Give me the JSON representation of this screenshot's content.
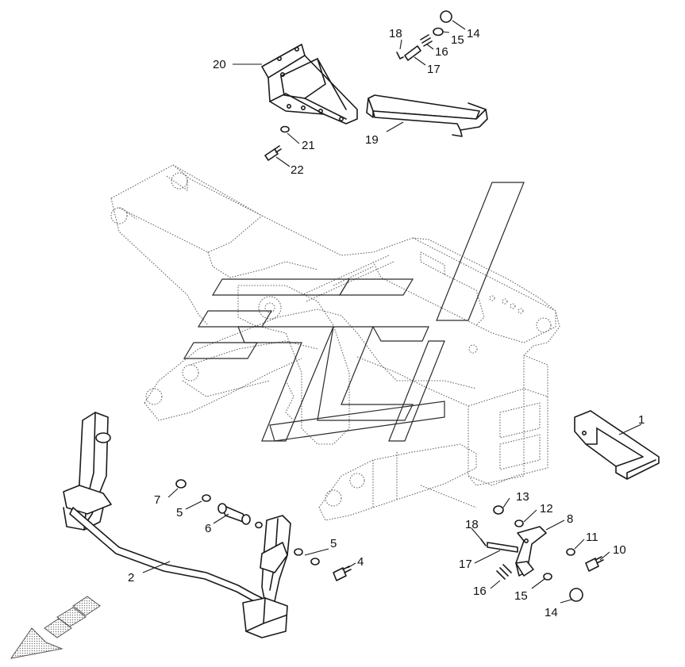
{
  "callouts": [
    {
      "id": "c1",
      "text": "1"
    },
    {
      "id": "c2",
      "text": "2"
    },
    {
      "id": "c4",
      "text": "4"
    },
    {
      "id": "c5a",
      "text": "5"
    },
    {
      "id": "c5b",
      "text": "5"
    },
    {
      "id": "c6",
      "text": "6"
    },
    {
      "id": "c7",
      "text": "7"
    },
    {
      "id": "c8",
      "text": "8"
    },
    {
      "id": "c10",
      "text": "10"
    },
    {
      "id": "c11",
      "text": "11"
    },
    {
      "id": "c12",
      "text": "12"
    },
    {
      "id": "c13",
      "text": "13"
    },
    {
      "id": "c14a",
      "text": "14"
    },
    {
      "id": "c14b",
      "text": "14"
    },
    {
      "id": "c15a",
      "text": "15"
    },
    {
      "id": "c15b",
      "text": "15"
    },
    {
      "id": "c16a",
      "text": "16"
    },
    {
      "id": "c16b",
      "text": "16"
    },
    {
      "id": "c17a",
      "text": "17"
    },
    {
      "id": "c17b",
      "text": "17"
    },
    {
      "id": "c18a",
      "text": "18"
    },
    {
      "id": "c18b",
      "text": "18"
    },
    {
      "id": "c19",
      "text": "19"
    },
    {
      "id": "c20",
      "text": "20"
    },
    {
      "id": "c21",
      "text": "21"
    },
    {
      "id": "c22",
      "text": "22"
    }
  ],
  "colors": {
    "line": "#1a1a1a",
    "frame": "#6a6a6a",
    "background": "#ffffff",
    "stipple": "#8a8a8a"
  },
  "icons": {
    "direction_arrow": "forward-direction-arrow-icon"
  }
}
